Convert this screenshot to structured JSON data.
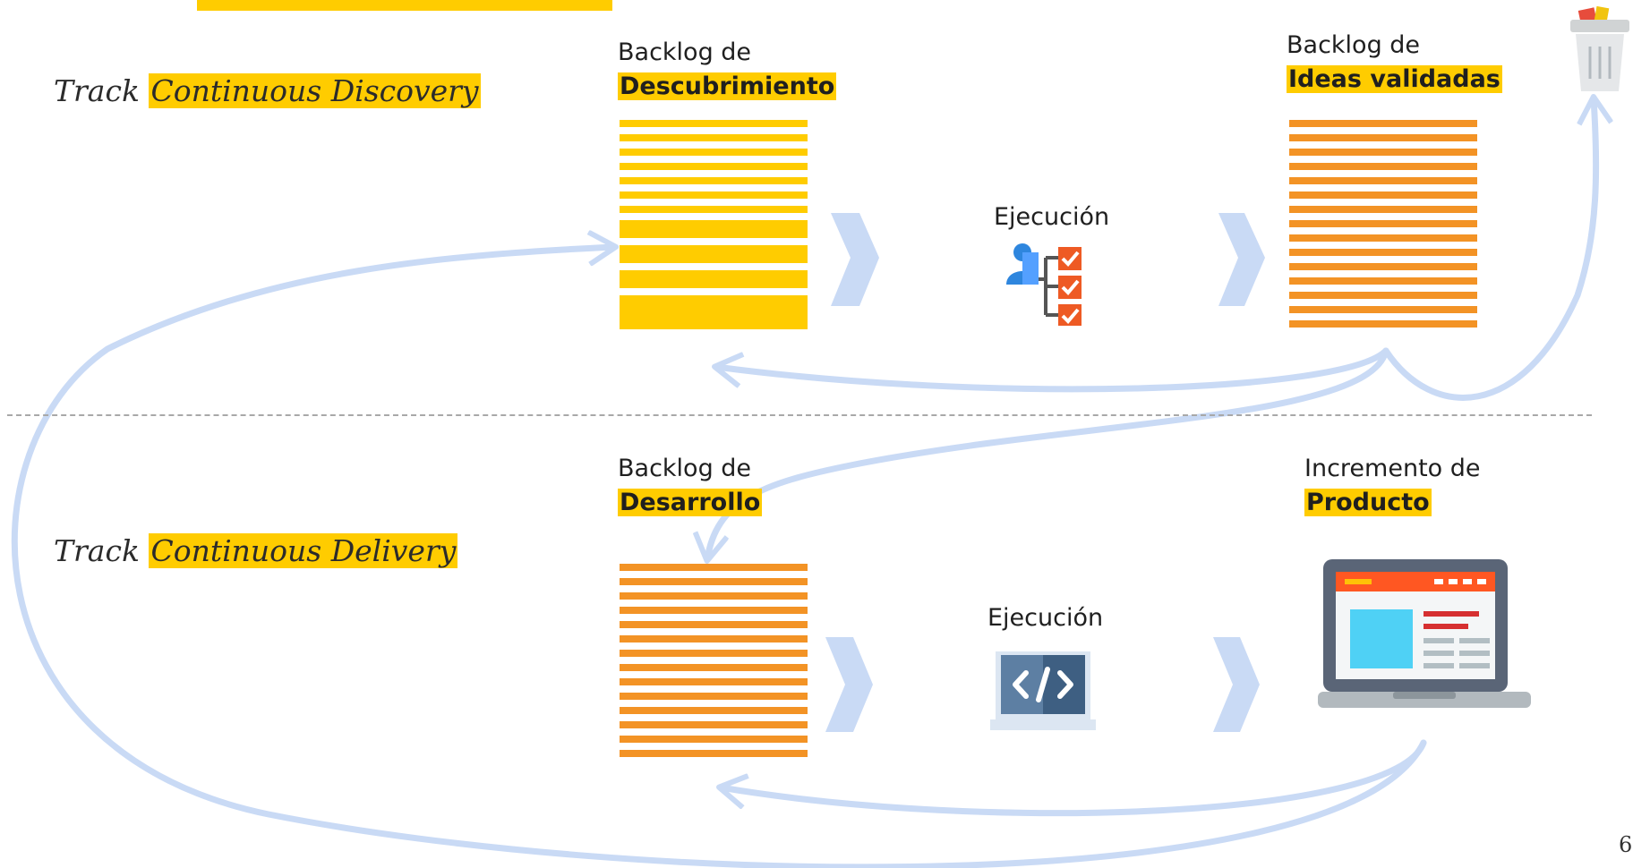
{
  "title_partial": "Dual track development",
  "tracks": {
    "discovery": {
      "prefix": "Track",
      "name": "Continuous Discovery"
    },
    "delivery": {
      "prefix": "Track",
      "name": "Continuous Delivery"
    }
  },
  "discovery": {
    "backlog_label": "Backlog de",
    "backlog_name": "Descubrimiento",
    "execution_label": "Ejecución",
    "validated_label": "Backlog de",
    "validated_name": "Ideas validadas"
  },
  "delivery": {
    "backlog_label": "Backlog de",
    "backlog_name": "Desarrollo",
    "execution_label": "Ejecución",
    "product_label": "Incremento de",
    "product_name": "Producto"
  },
  "page_number": "6",
  "colors": {
    "highlight": "#FFCC00",
    "discovery_bars": "#FFCC00",
    "delivery_bars": "#F39325",
    "arrows": "#C9DAF5",
    "divider": "#a8a8a8"
  },
  "icons": [
    "user-checklist-icon",
    "code-monitor-icon",
    "laptop-website-icon",
    "trash-bin-icon"
  ]
}
